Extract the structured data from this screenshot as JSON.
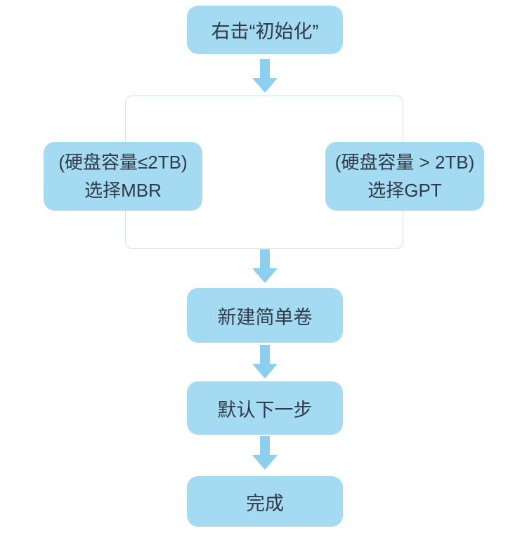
{
  "diagram": {
    "title_implicit": "磁盘初始化流程",
    "background": "#ffffff",
    "colors": {
      "node_fill": "#a4daf2",
      "arrow_fill": "#8ccfef",
      "frame_border": "#c5e5f3",
      "node_text": "#2f3b46"
    },
    "icons": {
      "connector": "arrow-down-icon"
    },
    "flow": {
      "step_initialize": "右击“初始化”",
      "branch_left_line1": "(硬盘容量≤2TB)",
      "branch_left_line2": "选择MBR",
      "branch_right_line1": "(硬盘容量 > 2TB)",
      "branch_right_line2": "选择GPT",
      "step_new_volume": "新建简单卷",
      "step_default_next": "默认下一步",
      "step_finish": "完成"
    }
  }
}
